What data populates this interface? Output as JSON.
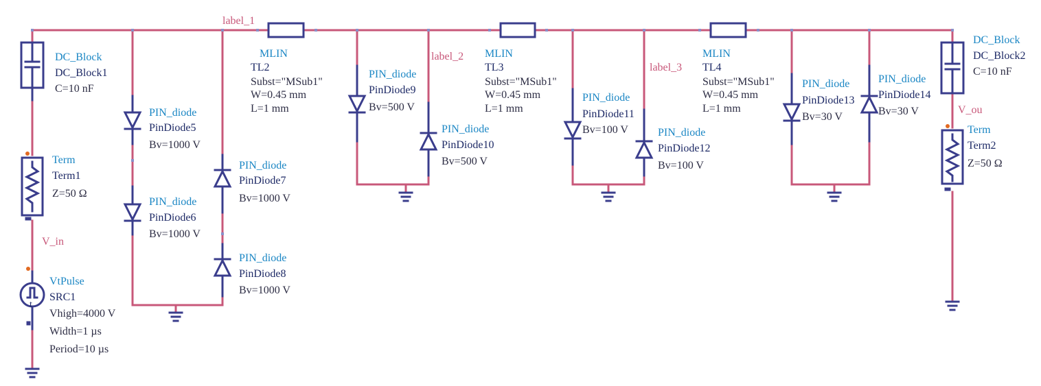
{
  "net_labels": {
    "label_1": "label_1",
    "label_2": "label_2",
    "label_3": "label_3",
    "v_in": "V_in",
    "v_out": "V_ou"
  },
  "components": {
    "dc_block1": {
      "type": "DC_Block",
      "name": "DC_Block1",
      "params": [
        "C=10 nF"
      ]
    },
    "dc_block2": {
      "type": "DC_Block",
      "name": "DC_Block2",
      "params": [
        "C=10 nF"
      ]
    },
    "term1": {
      "type": "Term",
      "name": "Term1",
      "params": [
        "Z=50 Ω"
      ]
    },
    "term2": {
      "type": "Term",
      "name": "Term2",
      "params": [
        "Z=50 Ω"
      ]
    },
    "src1": {
      "type": "VtPulse",
      "name": "SRC1",
      "params": [
        "Vhigh=4000 V",
        "Width=1 µs",
        "Period=10 µs"
      ],
      "symbol_mark": "t"
    },
    "tl2": {
      "type": "MLIN",
      "name": "TL2",
      "params": [
        "Subst=\"MSub1\"",
        "W=0.45 mm",
        "L=1 mm"
      ]
    },
    "tl3": {
      "type": "MLIN",
      "name": "TL3",
      "params": [
        "Subst=\"MSub1\"",
        "W=0.45 mm",
        "L=1 mm"
      ]
    },
    "tl4": {
      "type": "MLIN",
      "name": "TL4",
      "params": [
        "Subst=\"MSub1\"",
        "W=0.45 mm",
        "L=1 mm"
      ]
    },
    "pd5": {
      "type": "PIN_diode",
      "name": "PinDiode5",
      "params": [
        "Bv=1000 V"
      ]
    },
    "pd6": {
      "type": "PIN_diode",
      "name": "PinDiode6",
      "params": [
        "Bv=1000 V"
      ]
    },
    "pd7": {
      "type": "PIN_diode",
      "name": "PinDiode7",
      "params": [
        "Bv=1000 V"
      ]
    },
    "pd8": {
      "type": "PIN_diode",
      "name": "PinDiode8",
      "params": [
        "Bv=1000 V"
      ]
    },
    "pd9": {
      "type": "PIN_diode",
      "name": "PinDiode9",
      "params": [
        "Bv=500 V"
      ]
    },
    "pd10": {
      "type": "PIN_diode",
      "name": "PinDiode10",
      "params": [
        "Bv=500 V"
      ]
    },
    "pd11": {
      "type": "PIN_diode",
      "name": "PinDiode11",
      "params": [
        "Bv=100 V"
      ]
    },
    "pd12": {
      "type": "PIN_diode",
      "name": "PinDiode12",
      "params": [
        "Bv=100 V"
      ]
    },
    "pd13": {
      "type": "PIN_diode",
      "name": "PinDiode13",
      "params": [
        "Bv=30 V"
      ]
    },
    "pd14": {
      "type": "PIN_diode",
      "name": "PinDiode14",
      "params": [
        "Bv=30 V"
      ]
    }
  },
  "colors": {
    "wire": "#c8587a",
    "component": "#3a3d8c",
    "type_text": "#1a86c4",
    "instance_text": "#1e2a66",
    "param_text": "#2d2d44",
    "pin_marker": "#e26a22"
  }
}
